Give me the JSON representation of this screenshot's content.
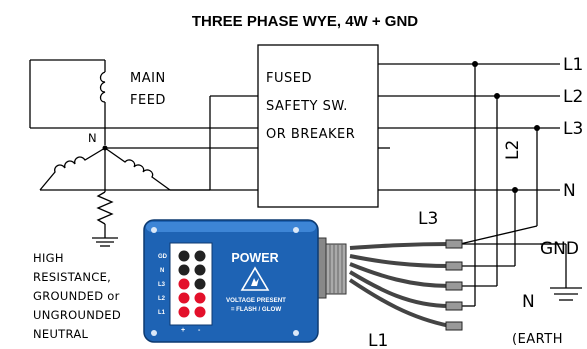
{
  "title": "THREE PHASE WYE, 4W + GND",
  "main_feed": {
    "line1": "MAIN",
    "line2": "FEED"
  },
  "switch_box": {
    "line1": "FUSED",
    "line2": "SAFETY SW.",
    "line3": "OR BREAKER"
  },
  "phase_labels": {
    "l1": "L1",
    "l2": "L2",
    "l3": "L3",
    "n": "N",
    "gnd": "GND"
  },
  "transformer_neutral": "N",
  "wire_labels": {
    "l3": "L3",
    "l2": "L2",
    "l1": "L1"
  },
  "earth": {
    "n": "N",
    "label": "(EARTH"
  },
  "neutral_note": [
    "HIGH",
    "RESISTANCE,",
    "GROUNDED or",
    "UNGROUNDED",
    "NEUTRAL"
  ],
  "device": {
    "title": "POWER",
    "terminals": [
      "GD",
      "N",
      "L3",
      "L2",
      "L1"
    ],
    "voltage_line1": "VOLTAGE PRESENT",
    "voltage_line2": "= FLASH / GLOW",
    "plus": "+",
    "minus": "-"
  },
  "colors": {
    "device_blue": "#1e63b4",
    "led_red": "#e3102a",
    "led_dark": "#222222"
  }
}
